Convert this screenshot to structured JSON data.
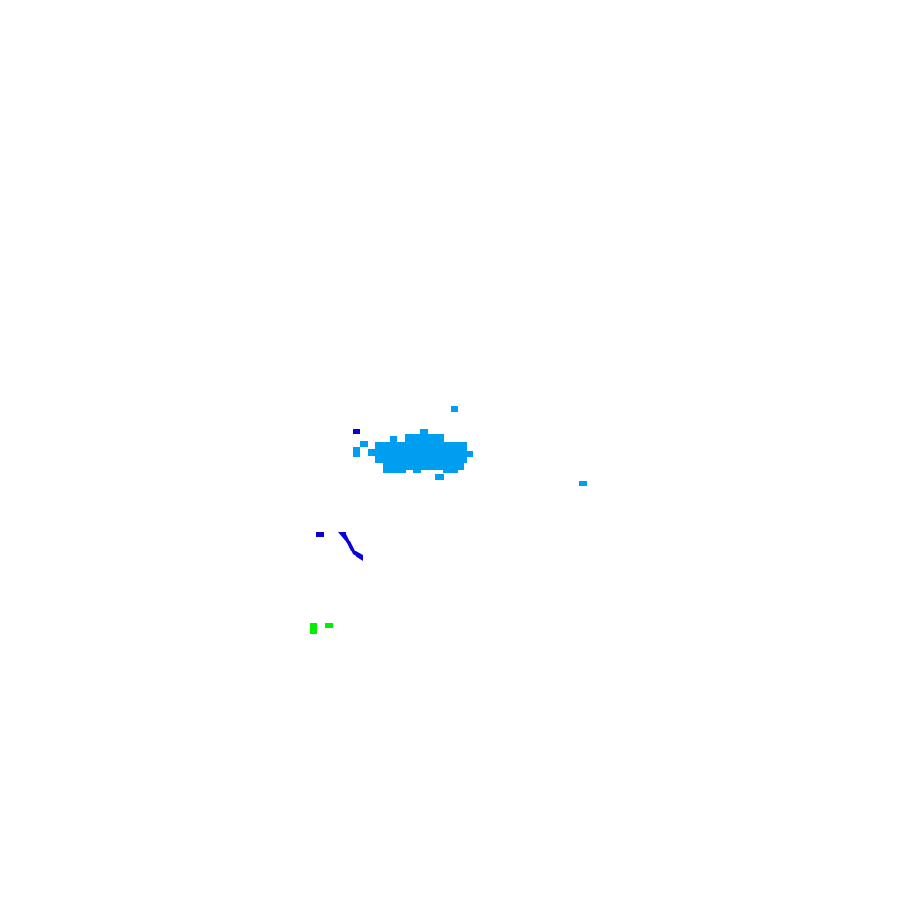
{
  "map": {
    "background_color": "#ffffff",
    "colors": {
      "light_blue": "#009ef0",
      "dark_blue": "#0a00d8",
      "green": "#00f000"
    },
    "features": [
      {
        "name": "light-blue-cluster",
        "color_key": "light_blue"
      },
      {
        "name": "dark-blue-patch",
        "color_key": "dark_blue"
      },
      {
        "name": "dark-blue-streak",
        "color_key": "dark_blue"
      },
      {
        "name": "green-patch",
        "color_key": "green"
      }
    ]
  }
}
